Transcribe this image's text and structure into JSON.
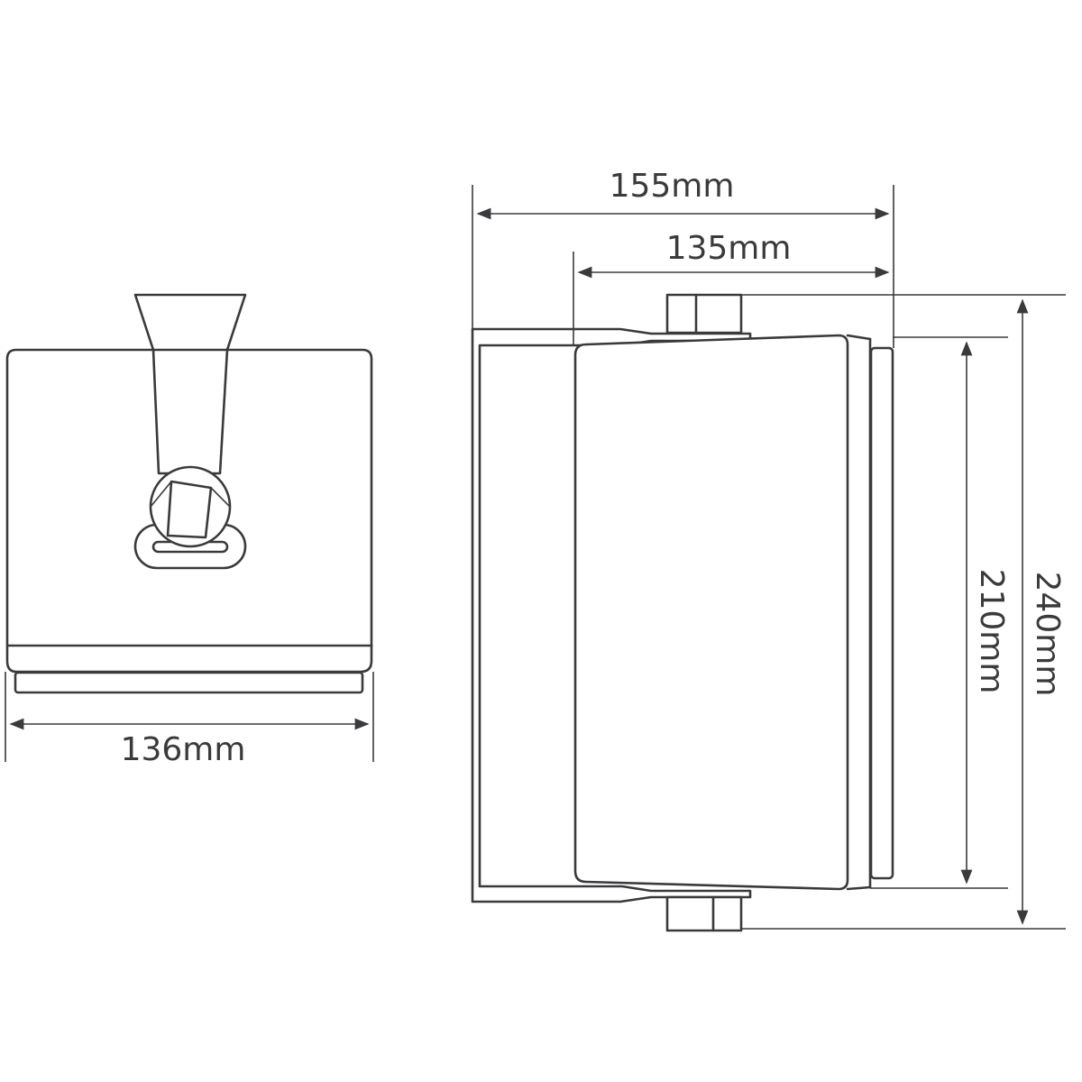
{
  "dimensions": {
    "front_width": "136mm",
    "side_total_depth": "155mm",
    "side_body_depth": "135mm",
    "side_body_height": "210mm",
    "side_total_height": "240mm"
  },
  "colors": {
    "line": "#3a3a3c",
    "background": "#ffffff",
    "grille": "#bdbdbf"
  }
}
